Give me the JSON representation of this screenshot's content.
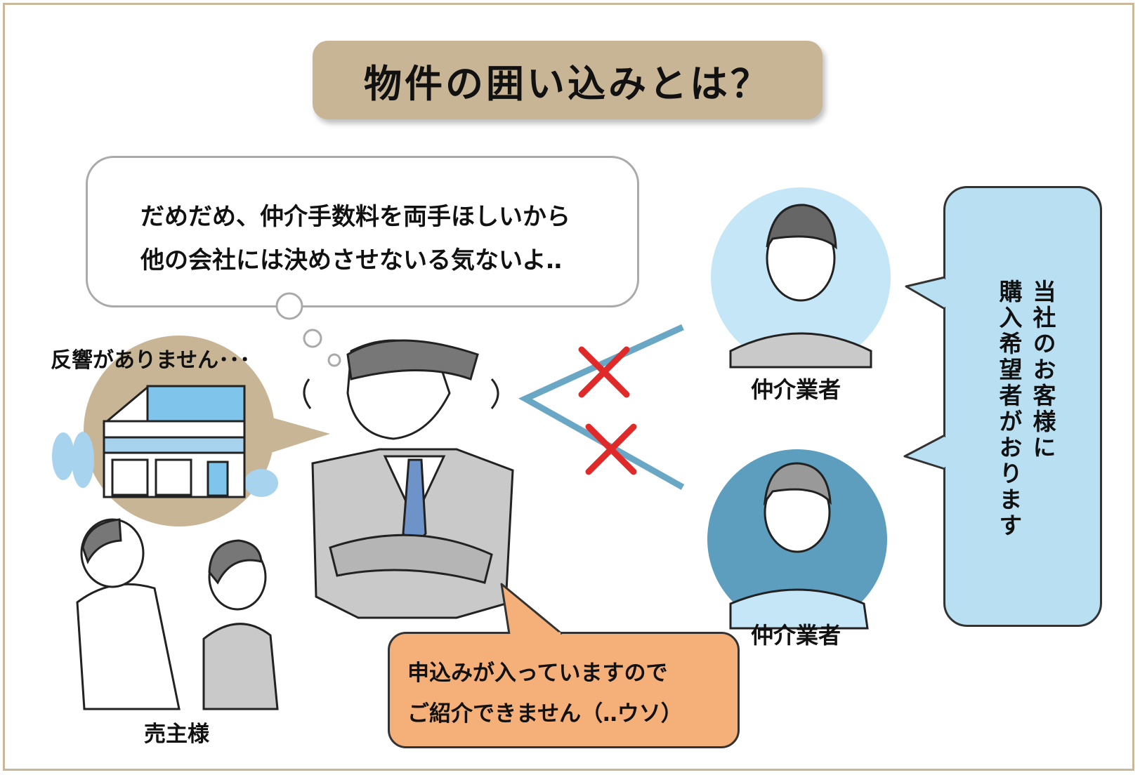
{
  "title": "物件の囲い込みとは？",
  "thought_bubble": {
    "line1": "だめだめ、仲介手数料を両手ほしいから",
    "line2": "他の会社には決めさせないる気ないよ‥"
  },
  "seller_thought": "反響がありません･･･",
  "seller_label": "売主様",
  "agent_speech": {
    "line1": "申込みが入っていますので",
    "line2": "ご紹介できません（‥ウソ）"
  },
  "broker_label_top": "仲介業者",
  "broker_label_bottom": "仲介業者",
  "broker_speech": {
    "col1": "当社のお客様に",
    "col2": "購入希望者がおります"
  },
  "colors": {
    "title_bg": "#c7b596",
    "orange_bubble": "#f5b07a",
    "blue_bubble": "#b9dff3",
    "cross": "#e02a2a",
    "arrow_lines": "#6aa7c4",
    "house_circle": "#c7b596",
    "broker_top_circle": "#c5e6f7",
    "broker_bottom_circle": "#5d9dbd"
  },
  "icons": [
    "house-icon",
    "cross-mark-icon",
    "agent-figure-icon",
    "seller-couple-icon",
    "broker-avatar-icon"
  ]
}
